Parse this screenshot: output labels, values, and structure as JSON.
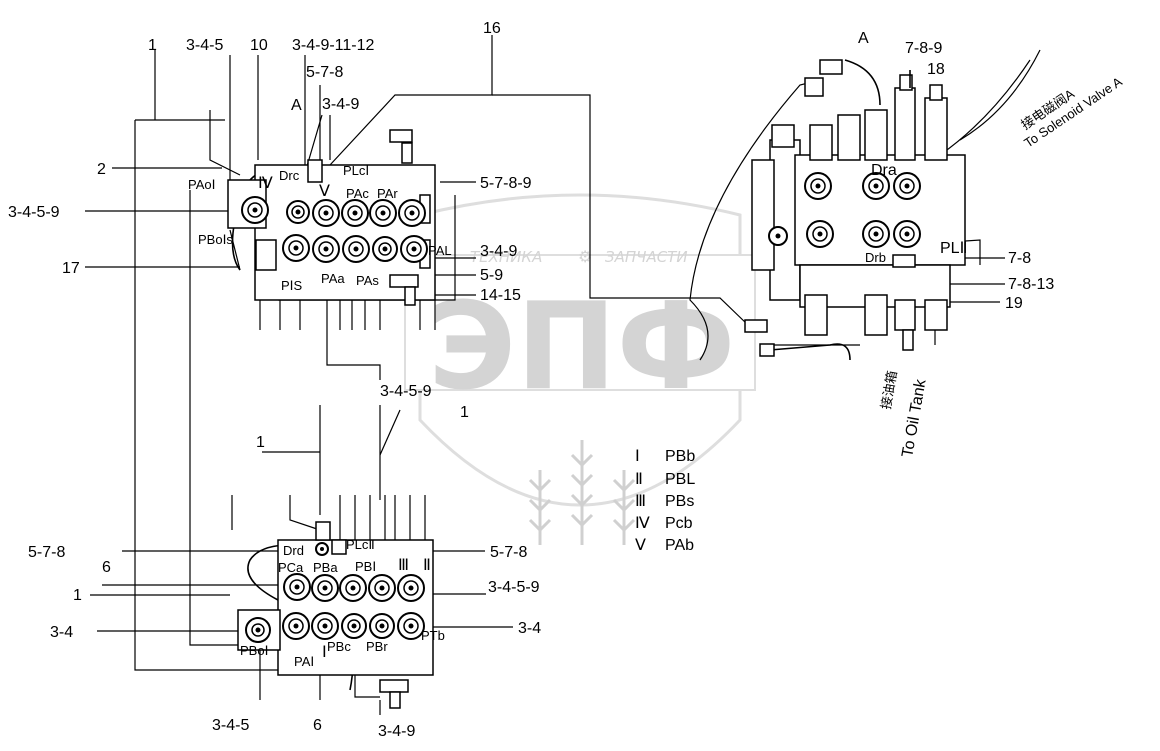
{
  "labels": {
    "l1_top": "1",
    "l345_top": "3-4-5",
    "l10": "10",
    "l349_1112": "3-4-9-11-12",
    "l16": "16",
    "l578_top": "5-7-8",
    "lA_left": "A",
    "l349_a": "3-4-9",
    "l2": "2",
    "l5789": "5-7-8-9",
    "l3459_left": "3-4-5-9",
    "l349_b": "3-4-9",
    "l17": "17",
    "l59": "5-9",
    "l1415": "14-15",
    "l3459_mid": "3-4-5-9",
    "l1_mid": "1",
    "l1_left": "1",
    "l578_left": "5-7-8",
    "l578_right": "5-7-8",
    "l6_left": "6",
    "l3459_right": "3-4-5-9",
    "l1_bottomleft": "1",
    "l34_left": "3-4",
    "l34_right": "3-4",
    "l345_bottom": "3-4-5",
    "l6_bottom": "6",
    "l349_bottom": "3-4-9",
    "lA_right": "A",
    "l789": "7-8-9",
    "l18": "18",
    "l78": "7-8",
    "l7813": "7-8-13",
    "l19": "19"
  },
  "ports_top": {
    "PAoI": "PAoⅠ",
    "IV": "Ⅳ",
    "Drc": "Drc",
    "PLcI": "PLcⅠ",
    "V": "Ⅴ",
    "PAc": "PAc",
    "PAr": "PAr",
    "PBoIs": "PBoⅠs",
    "PAL": "PAL",
    "PIS": "PⅠS",
    "PAa": "PAa",
    "PAs": "PAs"
  },
  "ports_bottom": {
    "Drd": "Drd",
    "PLcII": "PLcⅡ",
    "PCa": "PCa",
    "PBa": "PBa",
    "PBI": "PBⅠ",
    "III": "Ⅲ",
    "II": "Ⅱ",
    "PBoI": "PBoⅠ",
    "PAI": "PAⅠ",
    "I": "Ⅰ",
    "PBc": "PBc",
    "PBr": "PBr",
    "PTb": "PTb"
  },
  "ports_right": {
    "Dra": "Dra",
    "Drb": "Drb",
    "PLII": "PLⅡ"
  },
  "solenoid_note": {
    "cn": "接电磁阀A",
    "en": "To Solenoid Valve A"
  },
  "tank_note": {
    "cn": "接油箱",
    "en": "To Oil Tank"
  },
  "legend": [
    {
      "roman": "Ⅰ",
      "port": "PBb"
    },
    {
      "roman": "Ⅱ",
      "port": "PBL"
    },
    {
      "roman": "Ⅲ",
      "port": "PBs"
    },
    {
      "roman": "Ⅳ",
      "port": "Pcb"
    },
    {
      "roman": "Ⅴ",
      "port": "PAb"
    }
  ],
  "watermark": {
    "top_left": "ТЕХНИКА",
    "top_right": "ЗАПЧАСТИ",
    "main": "ЭПФ"
  },
  "colors": {
    "line": "#000000",
    "watermark": "#d4d4d4",
    "background": "#ffffff"
  }
}
